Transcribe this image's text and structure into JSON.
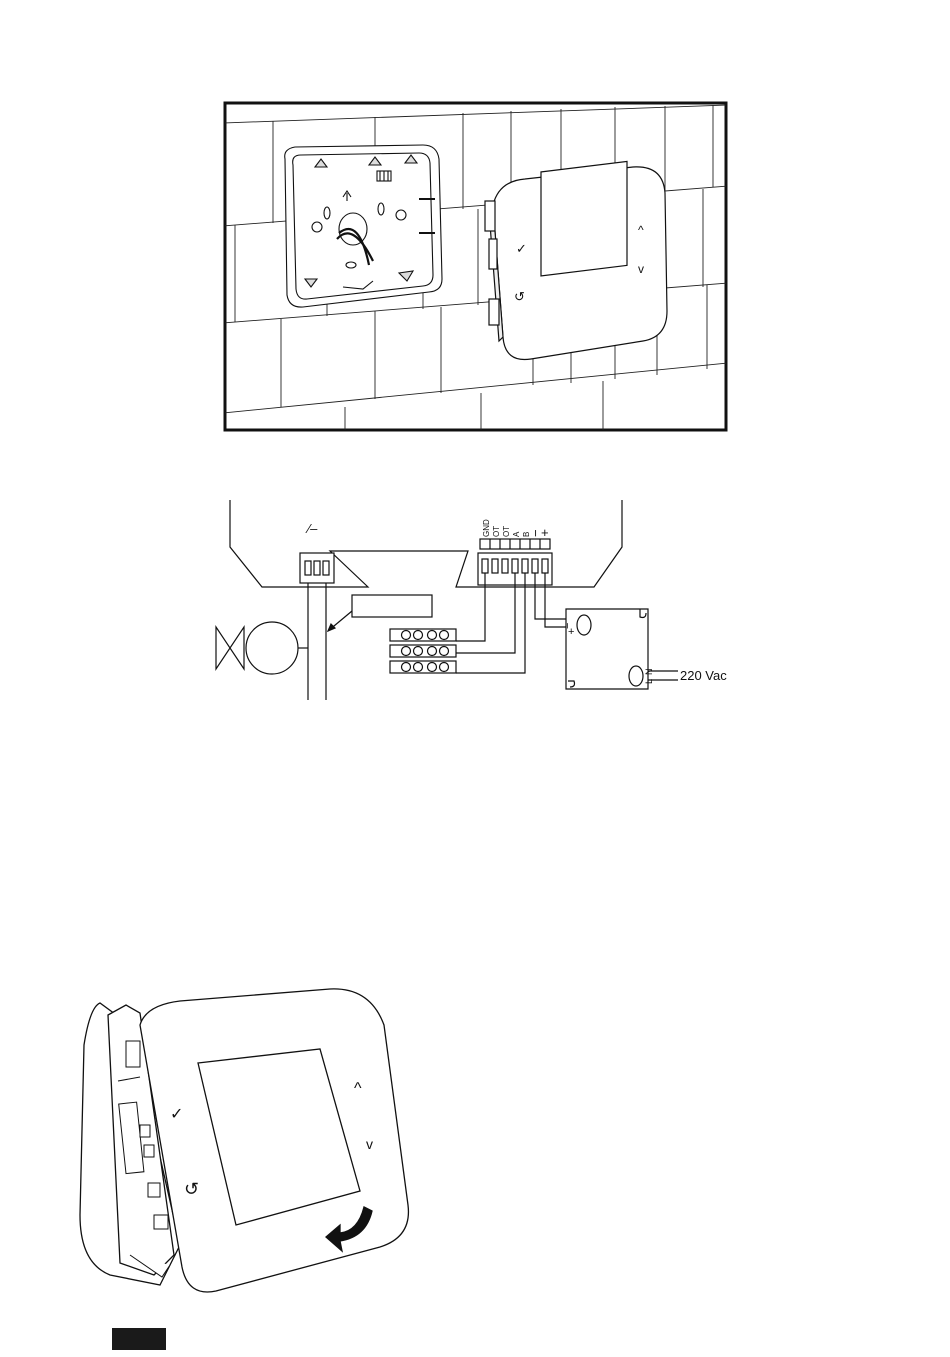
{
  "wiring": {
    "terminal_labels": [
      "GND",
      "OT",
      "OT",
      "A",
      "B",
      "−",
      "+"
    ],
    "relay_symbol": "∕–",
    "psu_dc_minus": "−",
    "psu_dc_plus": "+",
    "psu_ac_n": "N",
    "psu_ac_l": "L",
    "mains_label": "220 Vac"
  },
  "thermostat": {
    "button_icons": [
      "check-icon",
      "back-icon",
      "chevron-up-icon",
      "chevron-down-icon"
    ]
  },
  "colors": {
    "line": "#1a1a1a",
    "tab": "#1a1a1a"
  }
}
